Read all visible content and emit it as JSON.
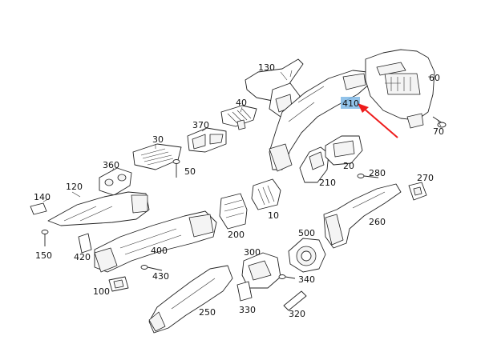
{
  "labels": {
    "p10": "10",
    "p20": "20",
    "p30": "30",
    "p40": "40",
    "p50": "50",
    "p60": "60",
    "p70": "70",
    "p100": "100",
    "p120": "120",
    "p130": "130",
    "p140": "140",
    "p150": "150",
    "p200": "200",
    "p210": "210",
    "p250": "250",
    "p260": "260",
    "p270": "270",
    "p280": "280",
    "p300": "300",
    "p320": "320",
    "p330": "330",
    "p340": "340",
    "p360": "360",
    "p370": "370",
    "p400": "400",
    "p410": "410",
    "p420": "420",
    "p430": "430",
    "p500": "500"
  },
  "highlight": {
    "label": "p410",
    "color": "#7fb9e6"
  },
  "pointer": {
    "color": "#ee1c1c",
    "target": "p410"
  }
}
